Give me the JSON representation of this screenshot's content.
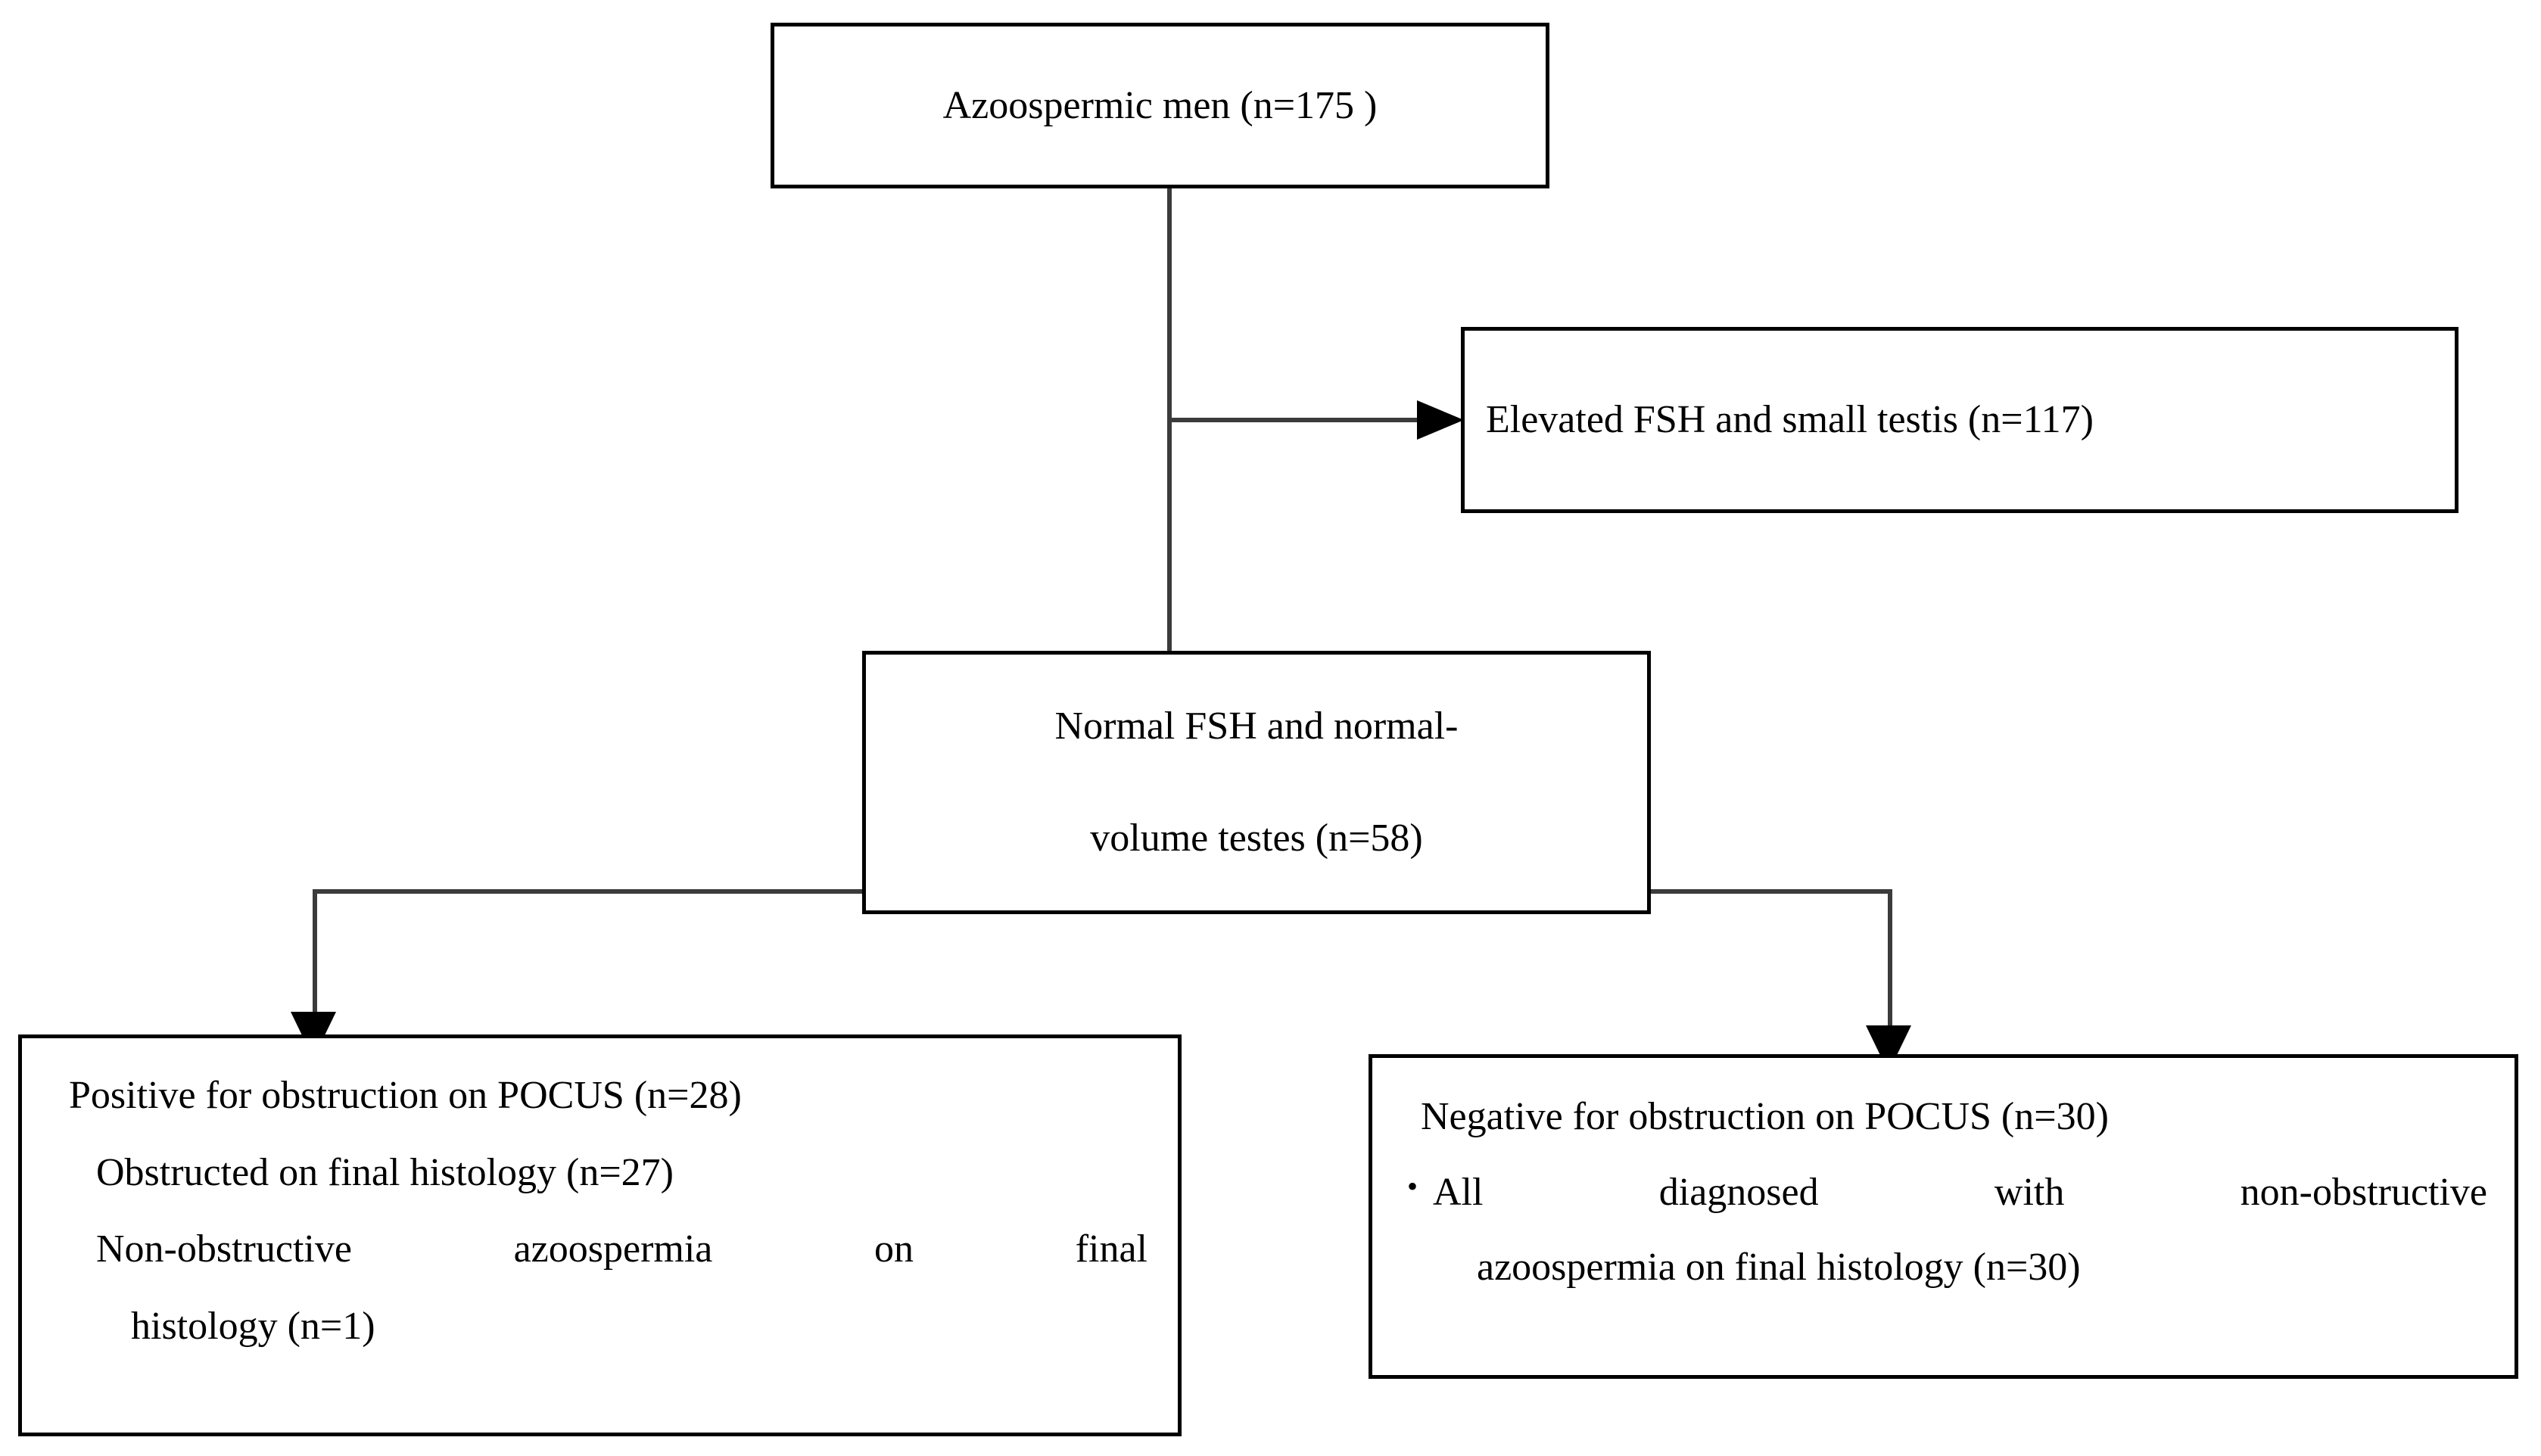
{
  "figure": {
    "type": "flowchart",
    "orientation": "top-down",
    "background_color": "#ffffff",
    "box_border_color": "#000000",
    "connector_color": "#3b3b3b",
    "text_color": "#000000"
  },
  "nodes": {
    "root": {
      "id": "azoospermic-men",
      "text": "Azoospermic men (n=175 )",
      "n": 175
    },
    "elevated_fsh": {
      "id": "elevated-fsh-small-testis",
      "text": "Elevated FSH and small testis (n=117)",
      "n": 117
    },
    "normal_fsh": {
      "id": "normal-fsh-normal-volume-testes",
      "line1": "Normal FSH and normal-",
      "line2": "volume testes (n=58)",
      "n": 58
    },
    "pocus_positive": {
      "id": "positive-for-obstruction-on-pocus",
      "heading": "Positive for obstruction on POCUS (n=28)",
      "n": 28,
      "sub1": "Obstructed on final histology (n=27)",
      "sub1_n": 27,
      "sub2_line1": "Non-obstructive azoospermia on final",
      "sub2_line2": "histology (n=1)",
      "sub2_n": 1
    },
    "pocus_negative": {
      "id": "negative-for-obstruction-on-pocus",
      "heading": "Negative for obstruction on POCUS (n=30)",
      "n": 30,
      "bullet_marker": "bullet-dot-icon",
      "bullet_glyph": "•",
      "bullet_line1": "All diagnosed with non-obstructive",
      "bullet_line2": "azoospermia on final histology (n=30)",
      "bullet_n": 30
    }
  },
  "connectors": {
    "root_to_elevated_fsh": "arrow-right-icon",
    "root_to_normal_fsh": "line-vertical",
    "normal_fsh_to_pocus_positive": "arrow-down-icon",
    "normal_fsh_to_pocus_negative": "arrow-down-icon"
  }
}
